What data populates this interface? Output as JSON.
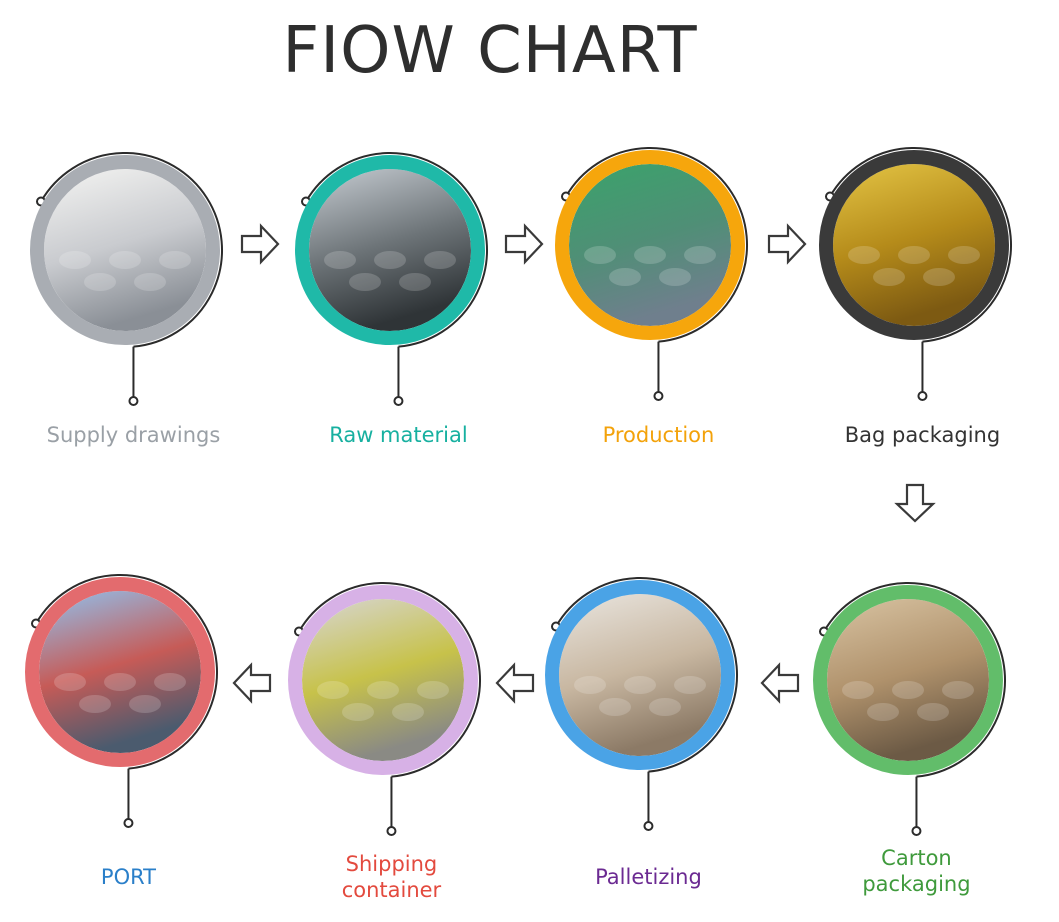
{
  "title": "FIOW CHART",
  "steps": [
    {
      "label_lines": [
        "Supply drawings"
      ],
      "color": "#a9adb3",
      "photo": "bolts-and-anchors",
      "label_color": "#9aa0a6"
    },
    {
      "label_lines": [
        "Raw material"
      ],
      "color": "#1fb9a8",
      "photo": "steel-wire-coils",
      "label_color": "#17b0a0"
    },
    {
      "label_lines": [
        "Production"
      ],
      "color": "#f6a60c",
      "photo": "factory-floor",
      "label_color": "#f3a20a"
    },
    {
      "label_lines": [
        "Bag packaging"
      ],
      "color": "#3a3a3a",
      "photo": "yellow-bags",
      "label_color": "#333333"
    },
    {
      "label_lines": [
        "Carton",
        "packaging"
      ],
      "color": "#62bd6a",
      "photo": "carton-boxes",
      "label_color": "#3f9a3c"
    },
    {
      "label_lines": [
        "Palletizing"
      ],
      "color": "#4aa3e6",
      "photo": "pallets-in-warehouse",
      "label_color": "#6b2a92"
    },
    {
      "label_lines": [
        "Shipping",
        "container"
      ],
      "color": "#d7b1e6",
      "photo": "container-loading",
      "label_color": "#e34a3e"
    },
    {
      "label_lines": [
        "PORT"
      ],
      "color": "#e36b6e",
      "photo": "container-port",
      "label_color": "#2a7fc9"
    }
  ],
  "arrows": [
    {
      "direction": "right"
    },
    {
      "direction": "right"
    },
    {
      "direction": "right"
    },
    {
      "direction": "down"
    },
    {
      "direction": "left"
    },
    {
      "direction": "left"
    },
    {
      "direction": "left"
    }
  ]
}
